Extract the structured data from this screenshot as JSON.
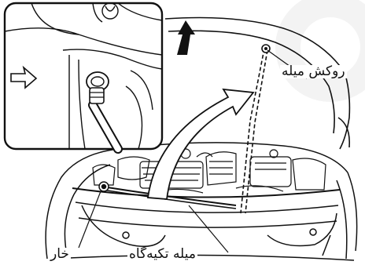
{
  "labels": {
    "rod_clip": "روکش میله",
    "support_rod": "میله تکیه‌گاه",
    "clip": "خار"
  },
  "colors": {
    "line": "#111111",
    "background": "#ffffff",
    "watermark": "#f1f1f1",
    "arrow_fill": "#111111"
  },
  "icons": {
    "lift_arrow": "up-arrow-icon",
    "motion_arrow": "curved-arrow-icon",
    "pointer_arrow": "right-arrow-icon"
  }
}
